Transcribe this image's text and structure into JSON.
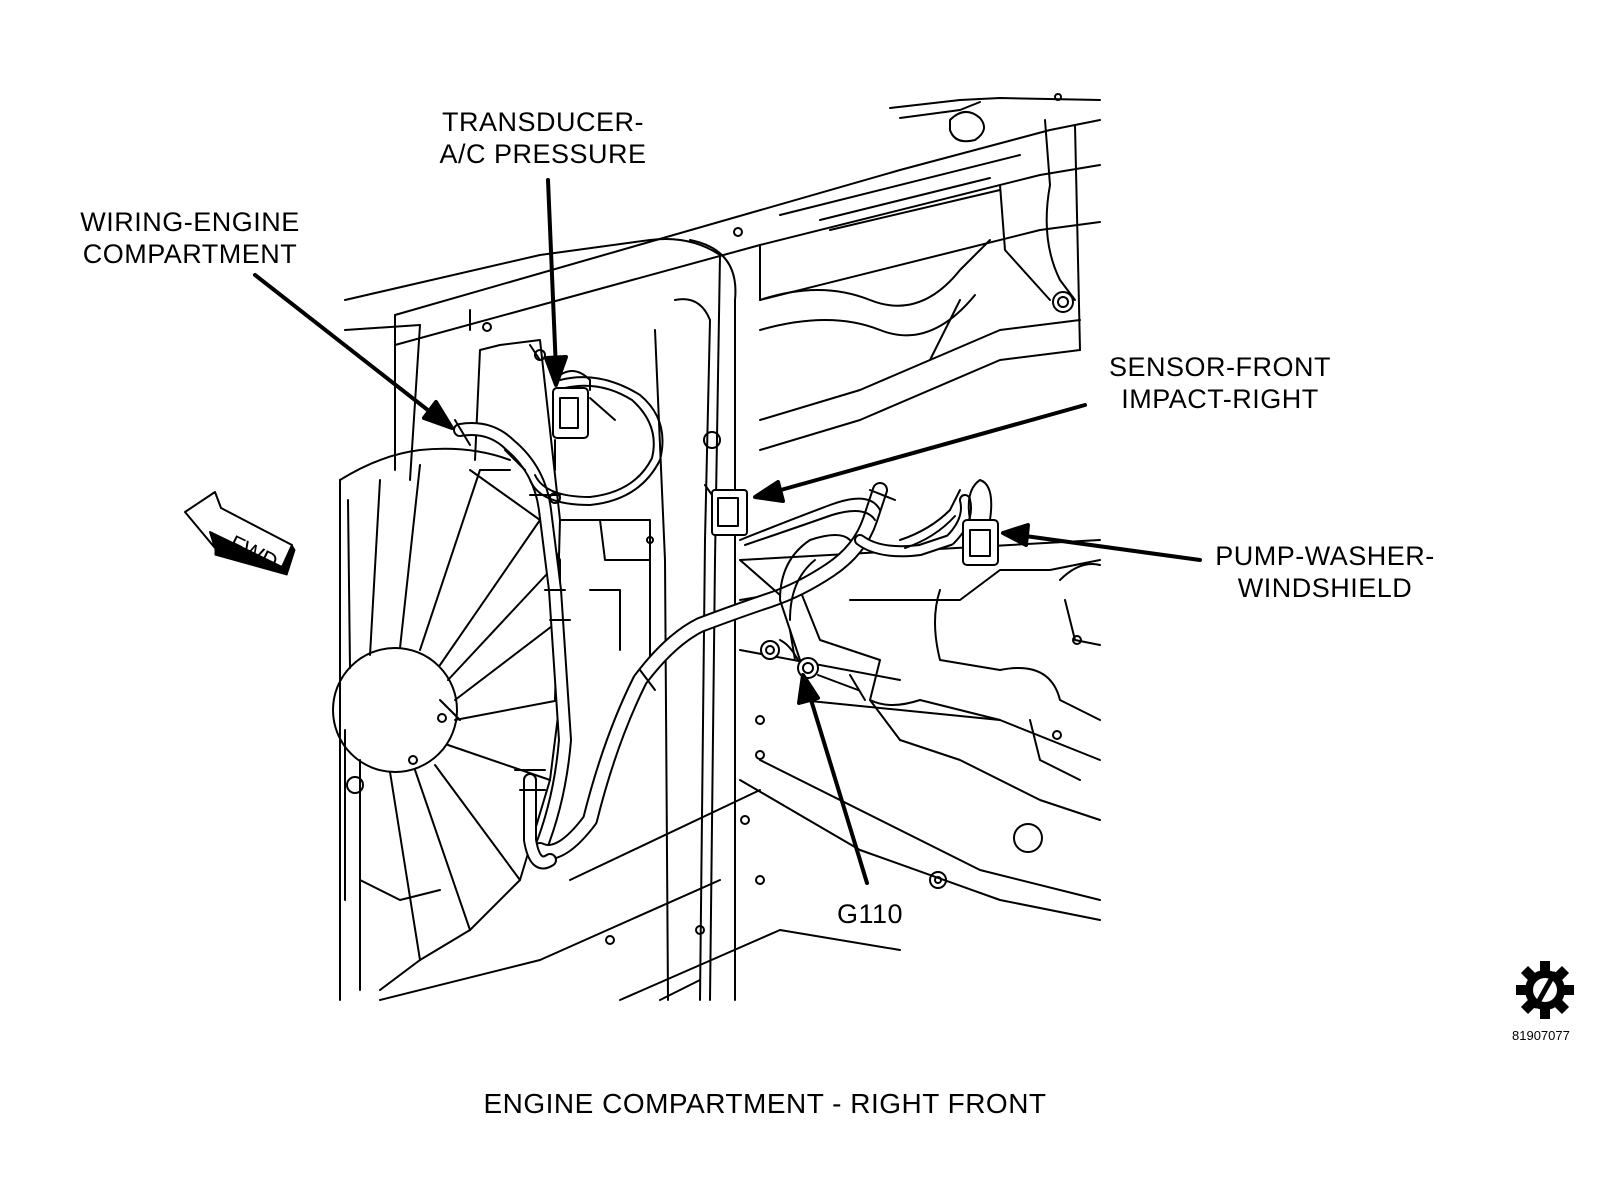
{
  "labels": {
    "transducer": {
      "line1": "TRANSDUCER-",
      "line2": "A/C PRESSURE"
    },
    "wiring": {
      "line1": "WIRING-ENGINE",
      "line2": "COMPARTMENT"
    },
    "sensor": {
      "line1": "SENSOR-FRONT",
      "line2": "IMPACT-RIGHT"
    },
    "pump": {
      "line1": "PUMP-WASHER-",
      "line2": "WINDSHIELD"
    },
    "ground": "G110"
  },
  "fwd_arrow": "FWD",
  "caption": "ENGINE COMPARTMENT - RIGHT FRONT",
  "figure_number": "81907077",
  "icons": {
    "corner": "gear-with-slash-icon"
  }
}
